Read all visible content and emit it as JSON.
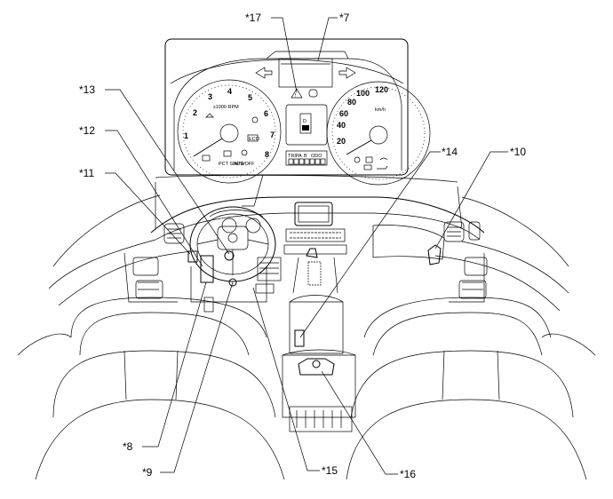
{
  "callouts": {
    "c7": "*7",
    "c8": "*8",
    "c9": "*9",
    "c10": "*10",
    "c11": "*11",
    "c12": "*12",
    "c13": "*13",
    "c14": "*14",
    "c15": "*15",
    "c16": "*16",
    "c17": "*17"
  },
  "tachometer": {
    "ticks": [
      "1",
      "2",
      "3",
      "4",
      "5",
      "6",
      "7",
      "8"
    ],
    "unit": "x1000 RPM",
    "eco_label": "ECO",
    "pct_label": "PCT SNOW",
    "aps_label": "APS OFF"
  },
  "speedometer": {
    "ticks": [
      "20",
      "40",
      "60",
      "80",
      "100",
      "120"
    ],
    "unit": "km/h"
  },
  "center_display": {
    "gear": "D",
    "odo_labels": [
      "TRIP",
      "A",
      "B",
      "ODO"
    ]
  },
  "colors": {
    "line": "#000000",
    "background": "#ffffff"
  }
}
